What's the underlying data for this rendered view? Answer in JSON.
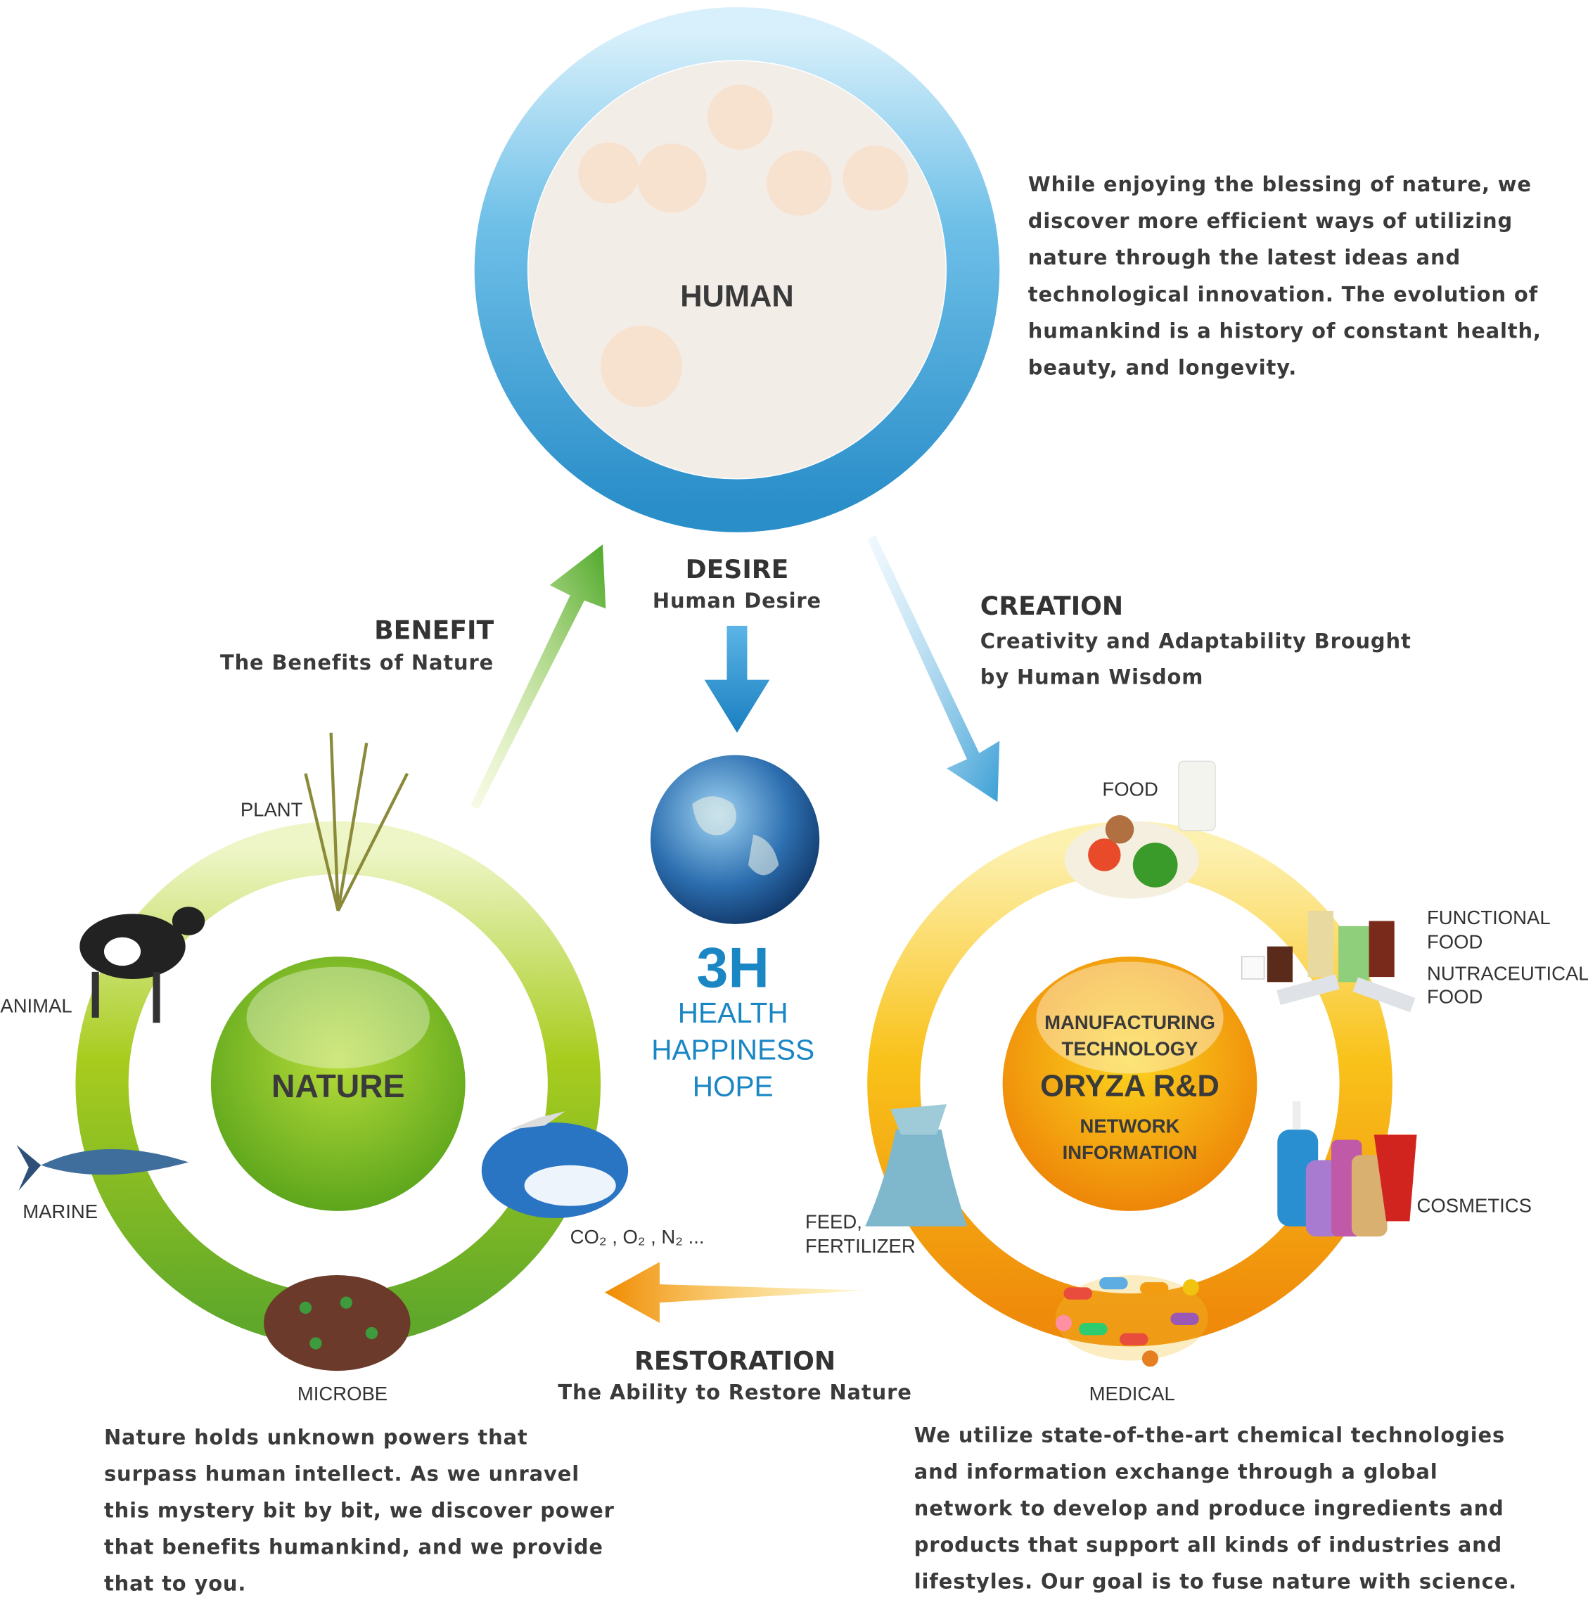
{
  "human": {
    "label": "HUMAN",
    "description": [
      "While enjoying the blessing of nature, we",
      "discover more efficient ways of utilizing",
      "nature through the latest ideas and",
      "technological innovation. The evolution of",
      "humankind is a history of constant health,",
      "beauty, and longevity."
    ]
  },
  "desire": {
    "title": "DESIRE",
    "subtitle": "Human Desire"
  },
  "benefit": {
    "title": "BENEFIT",
    "subtitle": "The Benefits of Nature"
  },
  "creation": {
    "title": "CREATION",
    "subtitle": [
      "Creativity and Adaptability Brought",
      "by Human Wisdom"
    ]
  },
  "restoration": {
    "title": "RESTORATION",
    "subtitle": "The Ability to Restore Nature"
  },
  "center": {
    "title": "3H",
    "items": [
      "HEALTH",
      "HAPPINESS",
      "HOPE"
    ]
  },
  "nature": {
    "label": "NATURE",
    "items": {
      "plant": "PLANT",
      "animal": "ANIMAL",
      "marine": "MARINE",
      "microbe": "MICROBE",
      "air": "CO₂ , O₂ , N₂ ..."
    },
    "description": [
      "Nature holds unknown powers that",
      "surpass human intellect. As we unravel",
      "this mystery bit by bit, we discover power",
      "that benefits humankind, and we provide",
      "that to you."
    ]
  },
  "oryza": {
    "top": [
      "MANUFACTURING",
      "TECHNOLOGY"
    ],
    "title": "ORYZA R&D",
    "bottom": [
      "NETWORK",
      "INFORMATION"
    ],
    "items": {
      "food": "FOOD",
      "functional": [
        "FUNCTIONAL",
        "FOOD"
      ],
      "nutraceutical": [
        "NUTRACEUTICAL",
        "FOOD"
      ],
      "cosmetics": "COSMETICS",
      "medical": "MEDICAL",
      "feed": [
        "FEED,",
        "FERTILIZER"
      ]
    },
    "description": [
      "We utilize state-of-the-art chemical technologies",
      "and information exchange through a global",
      "network to develop and produce ingredients and",
      "products that support all kinds of industries and",
      "lifestyles. Our goal is to fuse nature with science."
    ]
  },
  "colors": {
    "blue": "#1a86c4",
    "green": "#8cc63f",
    "orange": "#f5a300"
  }
}
